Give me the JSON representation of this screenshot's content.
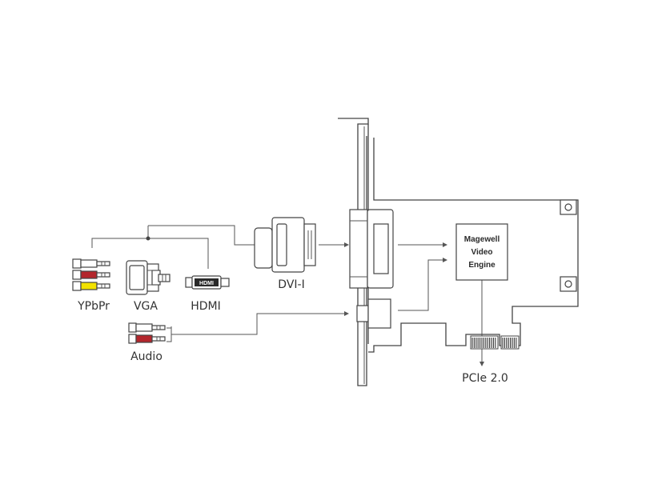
{
  "labels": {
    "ypbpr": "YPbPr",
    "vga": "VGA",
    "hdmi": "HDMI",
    "dvi": "DVI-I",
    "audio": "Audio",
    "pcie": "PCIe 2.0",
    "hdmi_logo": "HDMI"
  },
  "engine": {
    "line1": "Magewell",
    "line2": "Video",
    "line3": "Engine"
  },
  "colors": {
    "red": "#b3262c",
    "yellow": "#f2e200",
    "white": "#ffffff",
    "stroke": "#444444",
    "text": "#333333"
  }
}
